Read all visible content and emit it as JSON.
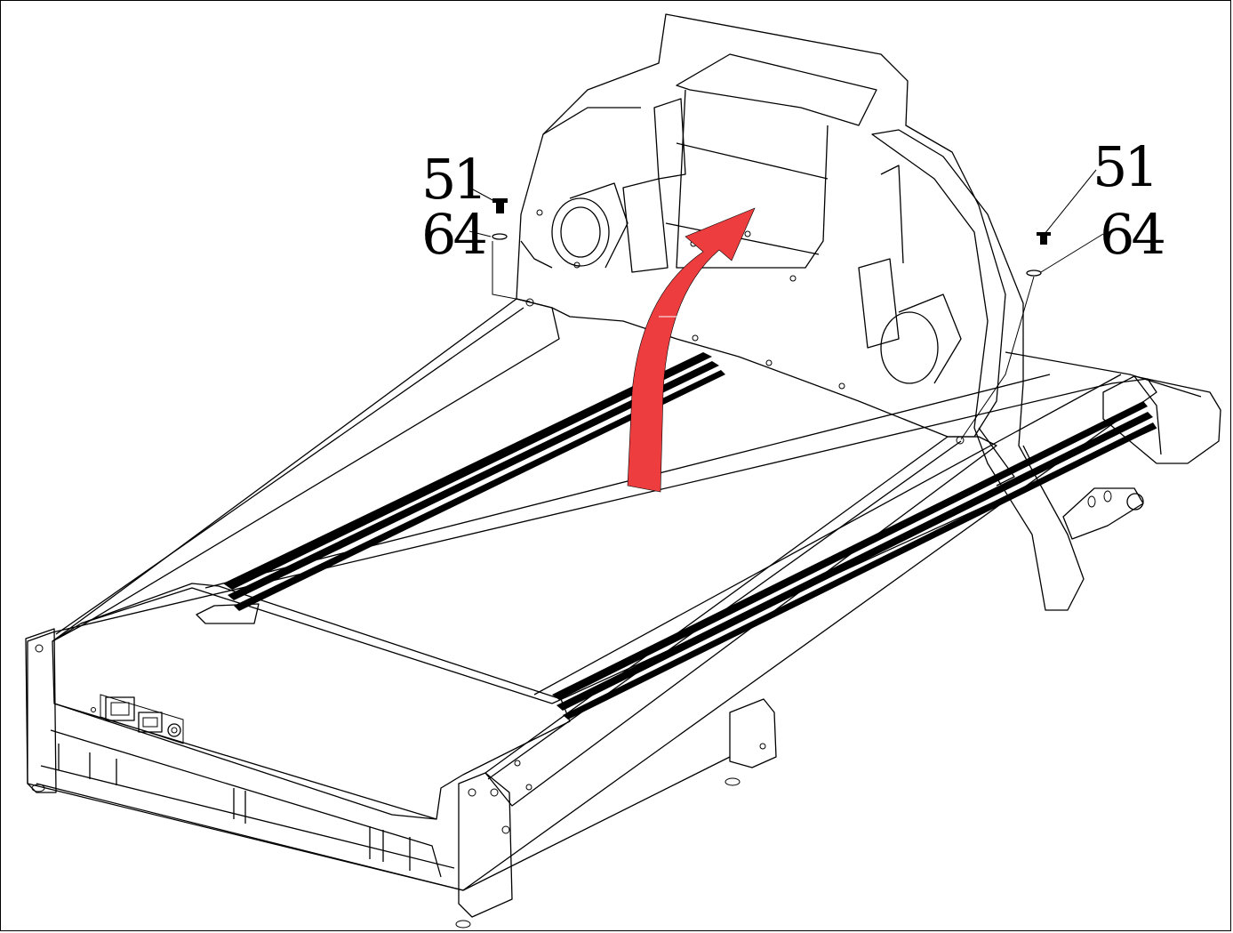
{
  "colors": {
    "highlight": "#1BA6DD",
    "arrow": "#EE3D3F",
    "line": "#000000",
    "background": "#FFFFFF"
  },
  "callouts": {
    "left_top": "51",
    "left_bottom": "64",
    "right_top": "51",
    "right_bottom": "64"
  }
}
